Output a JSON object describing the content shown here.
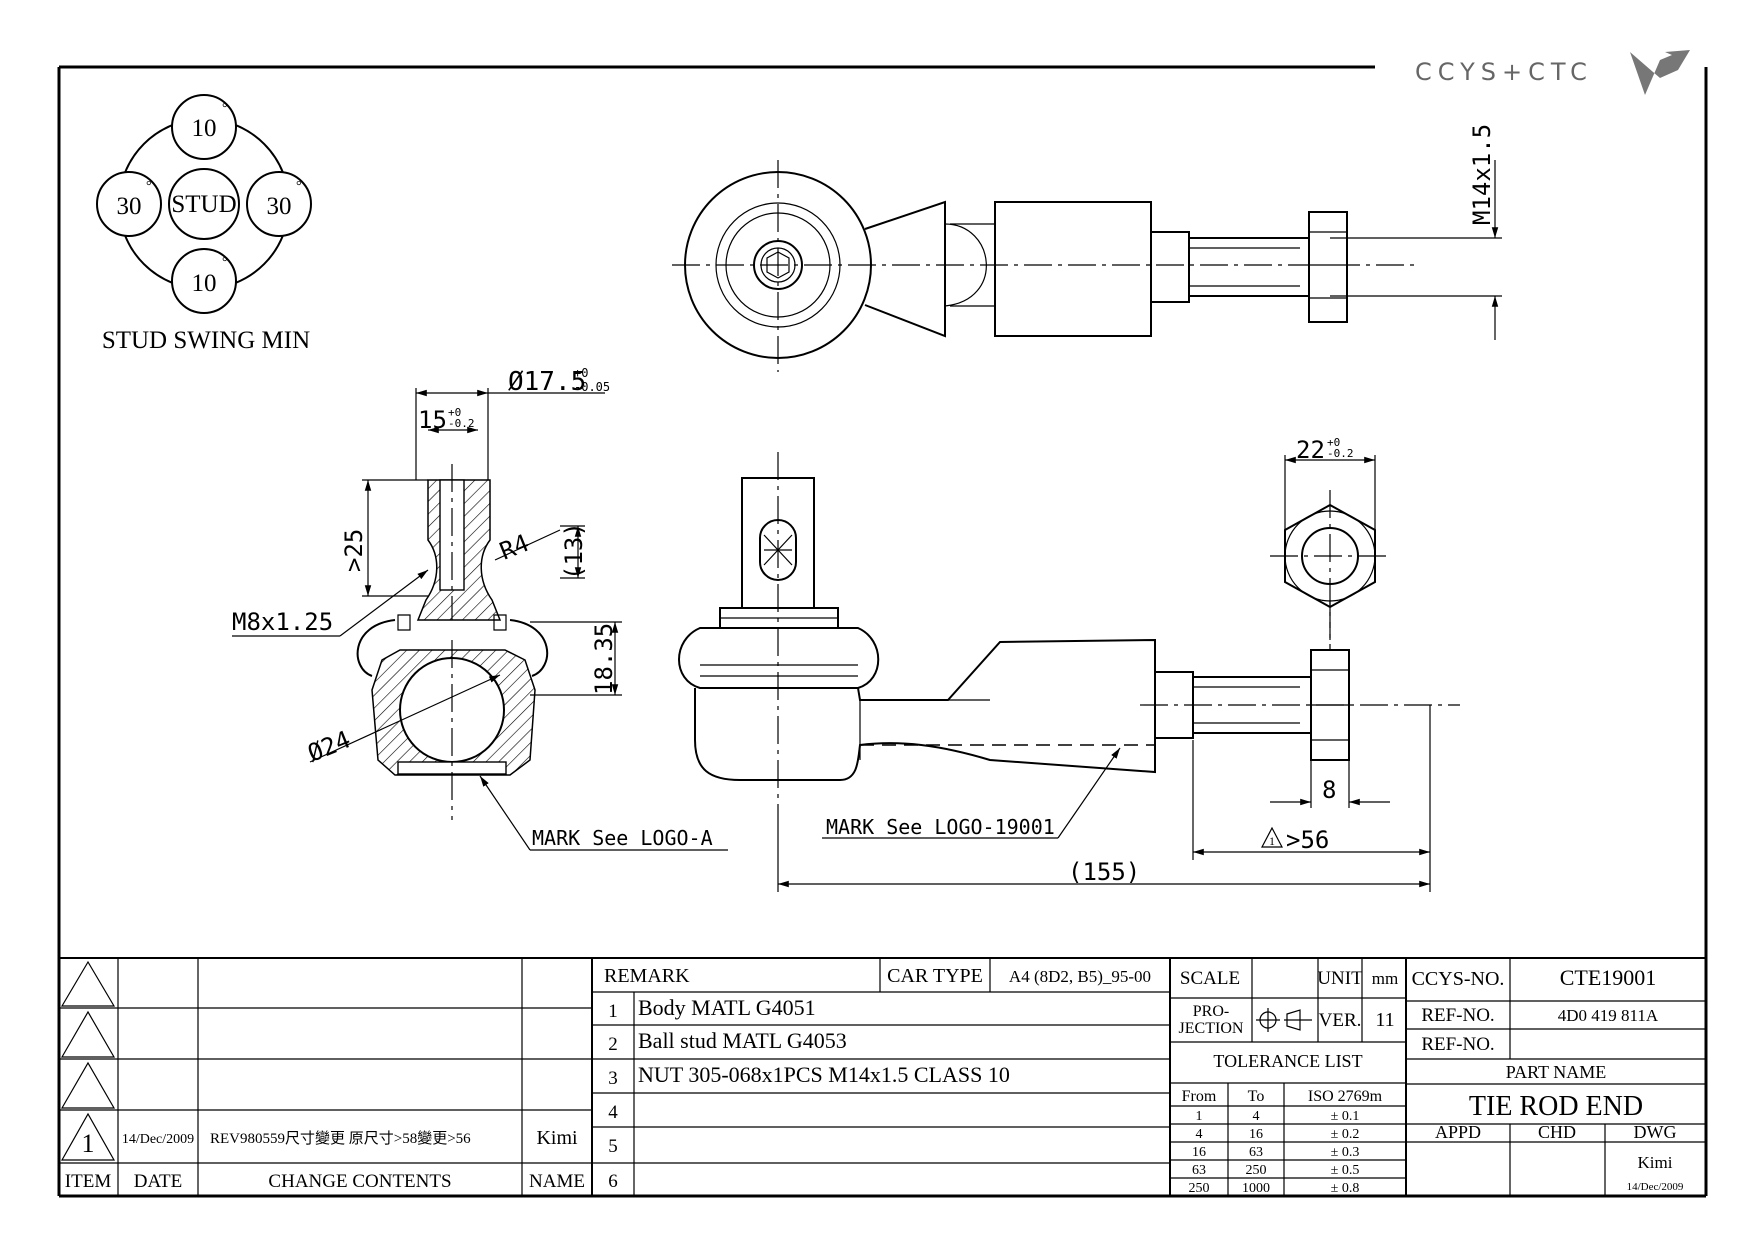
{
  "logo": {
    "text": "CCYS+CTC"
  },
  "stud_swing": {
    "title": "STUD SWING MIN",
    "center": "STUD",
    "top": "10",
    "bottom": "10",
    "left": "30",
    "right": "30",
    "degree": "°"
  },
  "dimensions": {
    "thread_top": "M14x1.5",
    "dia_17": "Ø17.5",
    "dia_17_tol_up": "+0",
    "dia_17_tol_dn": "-0.05",
    "len_15": "15",
    "len_15_tol_up": "+0",
    "len_15_tol_dn": "-0.2",
    "len_25": ">25",
    "r4": "R4",
    "len_13": "(13)",
    "m8": "M8x1.25",
    "len_18": "18.35",
    "dia_24": "Ø24",
    "hex_22": "22",
    "hex_22_tol_up": "+0",
    "hex_22_tol_dn": "-0.2",
    "nut_8": "8",
    "len_56": ">56",
    "len_155": "(155)"
  },
  "notes": {
    "mark_logo_a": "MARK See LOGO-A",
    "mark_logo_19001": "MARK See LOGO-19001"
  },
  "revision_table": {
    "rows": [
      {
        "symbol": "",
        "date": "",
        "contents": "",
        "name": ""
      },
      {
        "symbol": "",
        "date": "",
        "contents": "",
        "name": ""
      },
      {
        "symbol": "",
        "date": "",
        "contents": "",
        "name": ""
      },
      {
        "symbol": "1",
        "date": "14/Dec/2009",
        "contents": "REV980559尺寸變更 原尺寸>58變更>56",
        "name": "Kimi"
      }
    ],
    "header": {
      "item": "ITEM",
      "date": "DATE",
      "contents": "CHANGE CONTENTS",
      "name": "NAME"
    }
  },
  "remark_table": {
    "remark_label": "REMARK",
    "car_type_label": "CAR TYPE",
    "car_type_value": "A4 (8D2, B5)_95-00",
    "items": [
      {
        "no": "1",
        "text": "Body MATL G4051"
      },
      {
        "no": "2",
        "text": "Ball stud MATL G4053"
      },
      {
        "no": "3",
        "text": "NUT 305-068x1PCS M14x1.5 CLASS 10"
      },
      {
        "no": "4",
        "text": ""
      },
      {
        "no": "5",
        "text": ""
      },
      {
        "no": "6",
        "text": ""
      }
    ]
  },
  "spec_table": {
    "scale_label": "SCALE",
    "scale_value": "",
    "unit_label": "UNIT",
    "unit_value": "mm",
    "projection_label_1": "PRO-",
    "projection_label_2": "JECTION",
    "ver_label": "VER.",
    "ver_value": "11",
    "tolerance_title": "TOLERANCE LIST",
    "tolerance_headers": [
      "From",
      "To",
      "ISO 2769m"
    ],
    "tolerance_rows": [
      [
        "1",
        "4",
        "± 0.1"
      ],
      [
        "4",
        "16",
        "± 0.2"
      ],
      [
        "16",
        "63",
        "± 0.3"
      ],
      [
        "63",
        "250",
        "± 0.5"
      ],
      [
        "250",
        "1000",
        "± 0.8"
      ]
    ]
  },
  "title_block": {
    "ccys_no_label": "CCYS-NO.",
    "ccys_no_value": "CTE19001",
    "ref_no_label": "REF-NO.",
    "ref_no_value": "4D0 419 811A",
    "ref_no2_label": "REF-NO.",
    "ref_no2_value": "",
    "part_name_label": "PART NAME",
    "part_name_value": "TIE ROD END",
    "appd_label": "APPD",
    "chd_label": "CHD",
    "dwg_label": "DWG",
    "dwg_name": "Kimi",
    "dwg_date": "14/Dec/2009"
  }
}
